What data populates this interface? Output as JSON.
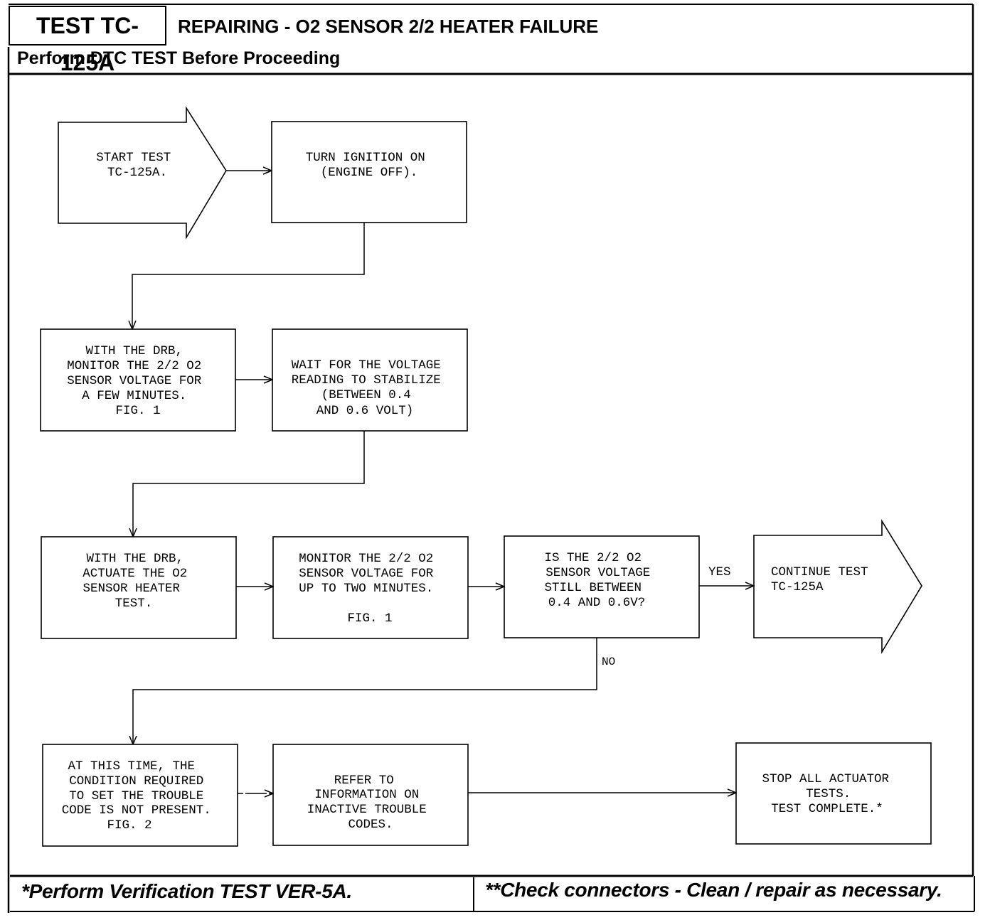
{
  "header": {
    "test_id": "TEST TC-125A",
    "title": "REPAIRING - O2 SENSOR 2/2 HEATER FAILURE",
    "note": "Perform DTC TEST Before Proceeding"
  },
  "flowchart": {
    "start": [
      "START TEST",
      "TC-125A."
    ],
    "ignition": [
      "TURN IGNITION ON",
      "(ENGINE OFF)."
    ],
    "monitor_few": [
      "WITH THE DRB,",
      "MONITOR THE 2/2 O2",
      "SENSOR VOLTAGE FOR",
      "A FEW MINUTES.",
      "FIG. 1"
    ],
    "wait": [
      "WAIT FOR THE VOLTAGE",
      "READING TO STABILIZE",
      "(BETWEEN 0.4",
      "AND 0.6 VOLT)"
    ],
    "actuate": [
      "WITH THE DRB,",
      "ACTUATE THE O2",
      "SENSOR HEATER",
      "TEST."
    ],
    "monitor_two": [
      "MONITOR THE 2/2 O2",
      "SENSOR VOLTAGE FOR",
      "UP TO TWO MINUTES.",
      "",
      "FIG. 1"
    ],
    "decision": [
      "IS THE 2/2 O2",
      "SENSOR VOLTAGE",
      "STILL BETWEEN",
      "0.4 AND 0.6V?"
    ],
    "yes_label": "YES",
    "no_label": "NO",
    "continue": [
      "CONTINUE TEST",
      "TC-125A"
    ],
    "condition": [
      "AT THIS TIME, THE",
      "CONDITION REQUIRED",
      "TO SET THE TROUBLE",
      "CODE IS NOT PRESENT.",
      "FIG. 2"
    ],
    "refer": [
      "REFER TO",
      "INFORMATION ON",
      "INACTIVE TROUBLE",
      "CODES."
    ],
    "stop": [
      "STOP ALL ACTUATOR",
      "TESTS.",
      "TEST COMPLETE.*"
    ]
  },
  "footer": {
    "left": "*Perform Verification TEST VER-5A.",
    "right": "**Check connectors - Clean / repair as necessary."
  }
}
